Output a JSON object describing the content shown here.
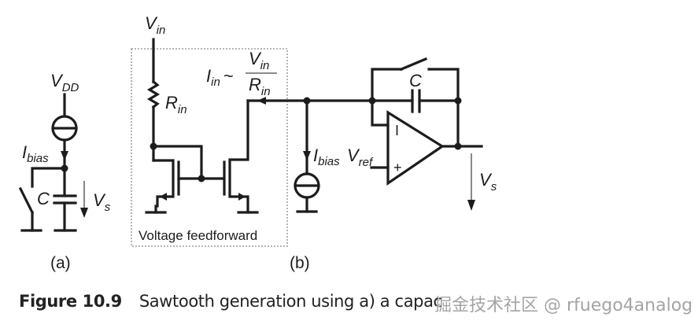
{
  "figure": {
    "panel_a": {
      "label": "(a)",
      "supply": {
        "main": "V",
        "sub": "DD"
      },
      "bias_current": {
        "main": "I",
        "sub": "bias"
      },
      "capacitor": "C",
      "output_voltage": {
        "main": "V",
        "sub": "s"
      }
    },
    "panel_b": {
      "label": "(b)",
      "input_voltage": {
        "main": "V",
        "sub": "in"
      },
      "resistor": {
        "main": "R",
        "sub": "in"
      },
      "current_formula": {
        "lhs_main": "I",
        "lhs_sub": "in",
        "approx": "~",
        "num_main": "V",
        "num_sub": "in",
        "den_main": "R",
        "den_sub": "in"
      },
      "block_label": "Voltage feedforward",
      "bias_current": {
        "main": "I",
        "sub": "bias"
      },
      "reference": {
        "main": "V",
        "sub": "ref"
      },
      "capacitor": "C",
      "opamp_inverting": "I",
      "opamp_noninverting": "+",
      "output_voltage": {
        "main": "V",
        "sub": "s"
      }
    }
  },
  "caption": {
    "figure_number": "Figure 10.9",
    "text": "Sawtooth generation using a) a capac",
    "watermark": "掘金技术社区 @ rfuego4analog"
  }
}
